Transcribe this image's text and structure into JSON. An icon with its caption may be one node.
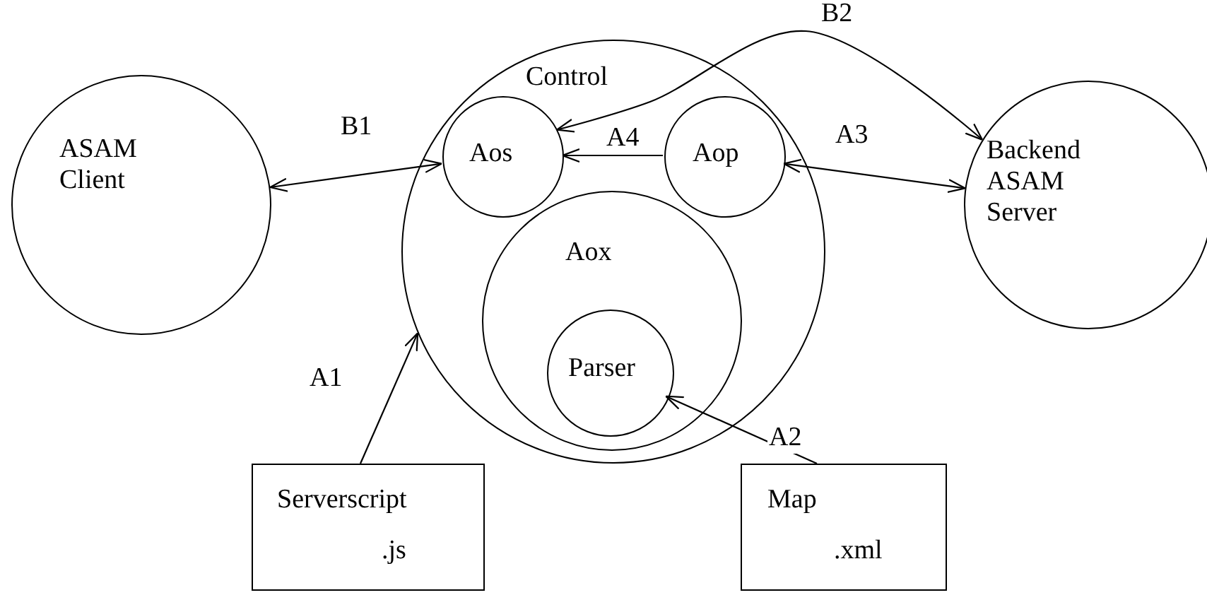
{
  "diagram": {
    "nodes": [
      {
        "text": [
          "ASAM Client"
        ]
      },
      {
        "text": [
          "Control"
        ]
      },
      {
        "text": [
          "Aos"
        ],
        "in": 1
      },
      {
        "text": [
          "Aop"
        ],
        "in": 1
      },
      {
        "text": [
          "Aox"
        ],
        "in": 1
      },
      {
        "text": [
          "Parser"
        ],
        "in": 4
      },
      {
        "text": [
          "Backend ASAM Server"
        ]
      },
      {
        "text": [
          "Serverscript",
          ".js"
        ]
      },
      {
        "text": [
          "Map",
          ".xml"
        ]
      }
    ],
    "edges": [
      {
        "from": 0,
        "to": 2,
        "arrow": "both",
        "label": "B1"
      },
      {
        "from": 3,
        "to": 2,
        "arrow": "to",
        "label": "A4"
      },
      {
        "from": 3,
        "to": 6,
        "arrow": "both",
        "label": "A3"
      },
      {
        "from": 2,
        "to": 6,
        "arrow": "both",
        "label": "B2"
      },
      {
        "from": 7,
        "to": 1,
        "arrow": "to",
        "label": "A1"
      },
      {
        "from": 8,
        "to": 5,
        "arrow": "to",
        "label": "A2"
      }
    ]
  }
}
